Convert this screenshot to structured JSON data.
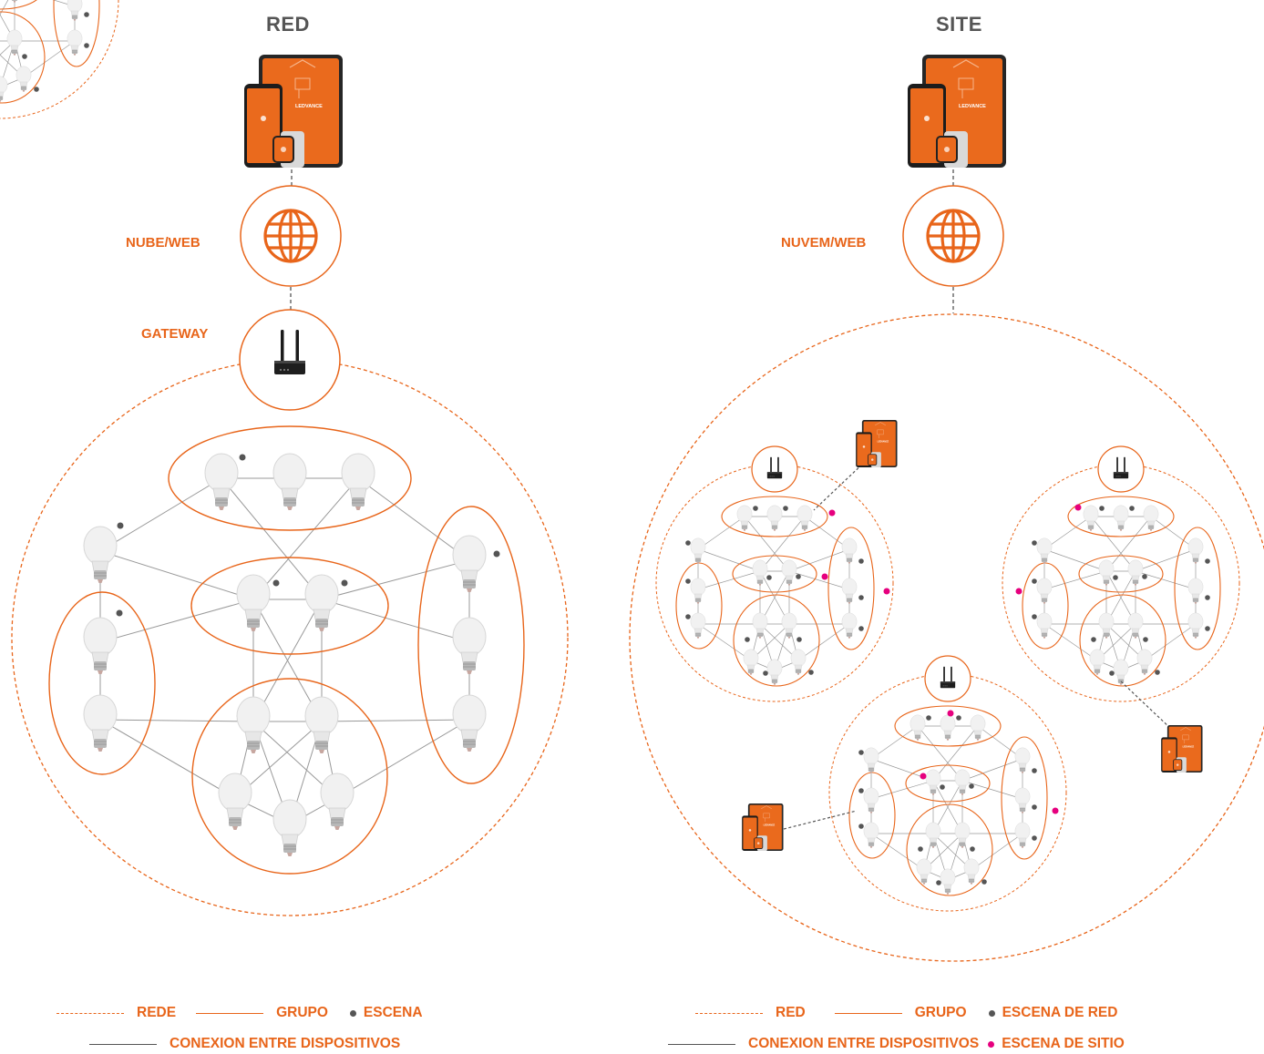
{
  "left": {
    "title": "RED",
    "cloud_label": "NUBE/WEB",
    "gateway_label": "GATEWAY",
    "tablet_brand": "LEDVANCE"
  },
  "right": {
    "title": "SITE",
    "cloud_label": "NUVEM/WEB",
    "tablet_brand": "LEDVANCE"
  },
  "legend_left": {
    "network": "REDE",
    "group": "GRUPO",
    "scene": "ESCENA",
    "connection": "CONEXION ENTRE DISPOSITIVOS"
  },
  "legend_right": {
    "network": "RED",
    "group": "GRUPO",
    "scene": "ESCENA DE RED",
    "connection": "CONEXION ENTRE DISPOSITIVOS",
    "site_scene": "ESCENA DE SITIO"
  },
  "colors": {
    "accent": "#e8651a",
    "connection": "#999999",
    "scene_dot": "#555555",
    "site_scene_dot": "#e6007e",
    "title": "#555555"
  },
  "icons": [
    "tablet-phone-watch-icon",
    "globe-icon",
    "router-icon",
    "light-bulb-icon"
  ]
}
